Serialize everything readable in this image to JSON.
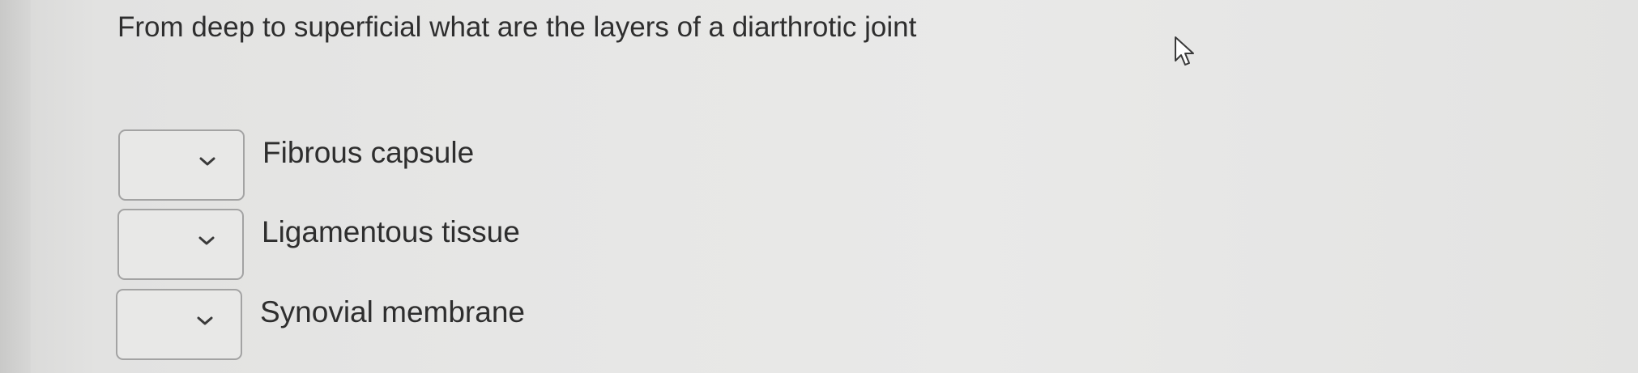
{
  "question": {
    "text": "From deep to superficial what are the layers of a diarthrotic joint"
  },
  "options": [
    {
      "label": "Fibrous capsule",
      "selected_value": "",
      "icon": "chevron-down-icon"
    },
    {
      "label": "Ligamentous tissue",
      "selected_value": "",
      "icon": "chevron-down-icon"
    },
    {
      "label": "Synovial membrane",
      "selected_value": "",
      "icon": "chevron-down-icon"
    }
  ],
  "cursor": {
    "icon": "mouse-pointer-icon"
  },
  "colors": {
    "text": "#2e2e2e",
    "select_border": "#a3a3a3",
    "background": "#e6e6e5"
  }
}
